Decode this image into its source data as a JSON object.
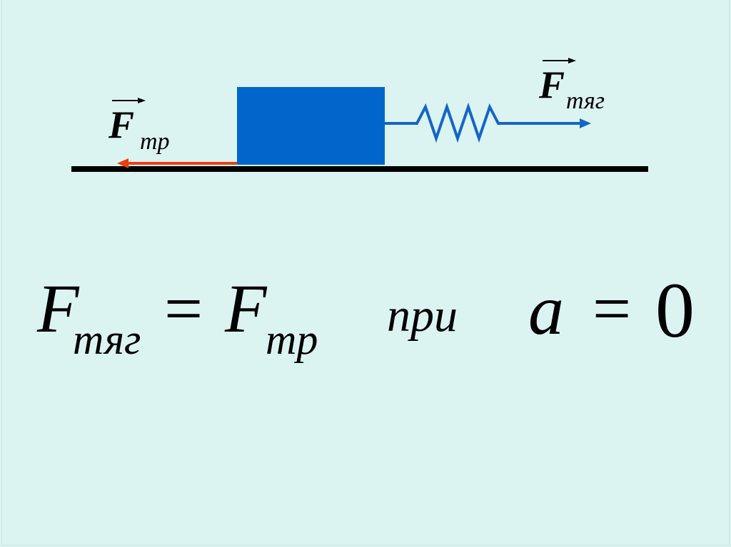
{
  "diagram": {
    "type": "force-diagram",
    "description": "Block on surface pulled by spring with traction force; friction force opposite",
    "colors": {
      "background": "#dbf4f1",
      "block": "#0066cc",
      "spring": "#1565c8",
      "friction_arrow": "#f03c14",
      "surface": "#000000"
    },
    "labels": {
      "friction_force": {
        "symbol": "F",
        "subscript": "тр",
        "vector": true
      },
      "traction_force": {
        "symbol": "F",
        "subscript": "тяг",
        "vector": true
      }
    }
  },
  "equation": {
    "lhs_symbol": "F",
    "lhs_subscript": "тяг",
    "equals": "=",
    "rhs_symbol": "F",
    "rhs_subscript": "тр",
    "condition_word": "при",
    "condition_var": "a",
    "condition_equals": "=",
    "condition_value": "0"
  }
}
